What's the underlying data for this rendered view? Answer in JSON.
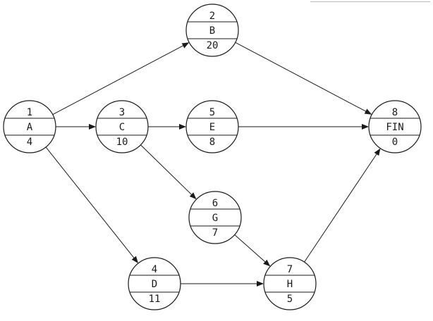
{
  "nodes": [
    {
      "id": "1",
      "number": "1",
      "label": "A",
      "duration": "4"
    },
    {
      "id": "2",
      "number": "2",
      "label": "B",
      "duration": "20"
    },
    {
      "id": "3",
      "number": "3",
      "label": "C",
      "duration": "10"
    },
    {
      "id": "4",
      "number": "4",
      "label": "D",
      "duration": "11"
    },
    {
      "id": "5",
      "number": "5",
      "label": "E",
      "duration": "8"
    },
    {
      "id": "6",
      "number": "6",
      "label": "G",
      "duration": "7"
    },
    {
      "id": "7",
      "number": "7",
      "label": "H",
      "duration": "5"
    },
    {
      "id": "8",
      "number": "8",
      "label": "FIN",
      "duration": "0"
    }
  ],
  "edges": [
    {
      "from": "1",
      "to": "2"
    },
    {
      "from": "1",
      "to": "3"
    },
    {
      "from": "1",
      "to": "4"
    },
    {
      "from": "3",
      "to": "5"
    },
    {
      "from": "3",
      "to": "6"
    },
    {
      "from": "2",
      "to": "8"
    },
    {
      "from": "5",
      "to": "8"
    },
    {
      "from": "6",
      "to": "7"
    },
    {
      "from": "4",
      "to": "7"
    },
    {
      "from": "7",
      "to": "8"
    }
  ]
}
